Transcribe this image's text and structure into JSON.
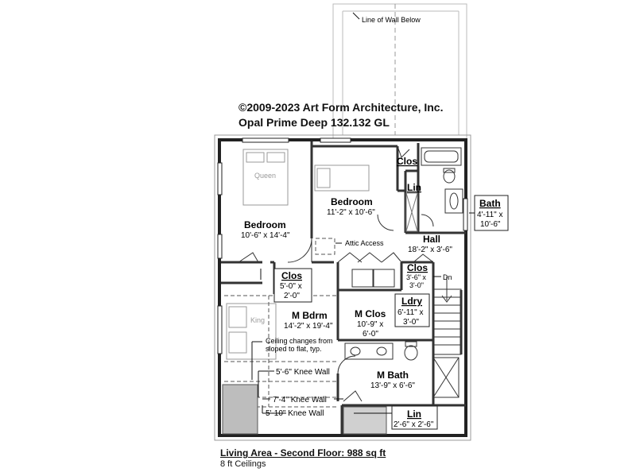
{
  "copyright": {
    "line1": "©2009-2023 Art Form Architecture, Inc.",
    "line2": "Opal Prime Deep 132.132 GL"
  },
  "notes": {
    "line_of_wall_below": "Line of Wall Below",
    "attic_access": "Attic Access",
    "ceiling_changes_1": "Ceiling changes from",
    "ceiling_changes_2": "sloped to flat, typ.",
    "knee_wall_1": "5'-6\" Knee Wall",
    "knee_wall_2": "7'-4\" Knee Wall",
    "knee_wall_3": "5'-10\" Knee Wall",
    "stair_down": "Dn"
  },
  "furniture": {
    "queen": "Queen",
    "king": "King"
  },
  "rooms": {
    "bedroom_left": {
      "name": "Bedroom",
      "dims": "10'-6\" x 14'-4\""
    },
    "bedroom_mid": {
      "name": "Bedroom",
      "dims": "11'-2\" x 10'-6\""
    },
    "clos_top": {
      "name": "Clos"
    },
    "lin_top": {
      "name": "Lin"
    },
    "bath": {
      "name": "Bath",
      "dims_1": "4'-11\" x",
      "dims_2": "10'-6\""
    },
    "hall": {
      "name": "Hall",
      "dims": "18'-2\" x 3'-6\""
    },
    "clos_hall": {
      "name": "Clos",
      "dims_1": "3'-6\" x",
      "dims_2": "3'-0\""
    },
    "clos_left": {
      "name": "Clos",
      "dims_1": "5'-0\" x",
      "dims_2": "2'-0\""
    },
    "ldry": {
      "name": "Ldry",
      "dims_1": "6'-11\" x",
      "dims_2": "3'-0\""
    },
    "m_bdrm": {
      "name": "M Bdrm",
      "dims": "14'-2\" x 19'-4\""
    },
    "m_clos": {
      "name": "M Clos",
      "dims_1": "10'-9\" x",
      "dims_2": "6'-0\""
    },
    "m_bath": {
      "name": "M Bath",
      "dims": "13'-9\" x 6'-6\""
    },
    "lin_bottom": {
      "name": "Lin",
      "dims": "2'-6\" x 2'-6\""
    }
  },
  "footer": {
    "title": "Living Area - Second Floor: 988 sq ft",
    "subtitle": "8 ft Ceilings"
  }
}
